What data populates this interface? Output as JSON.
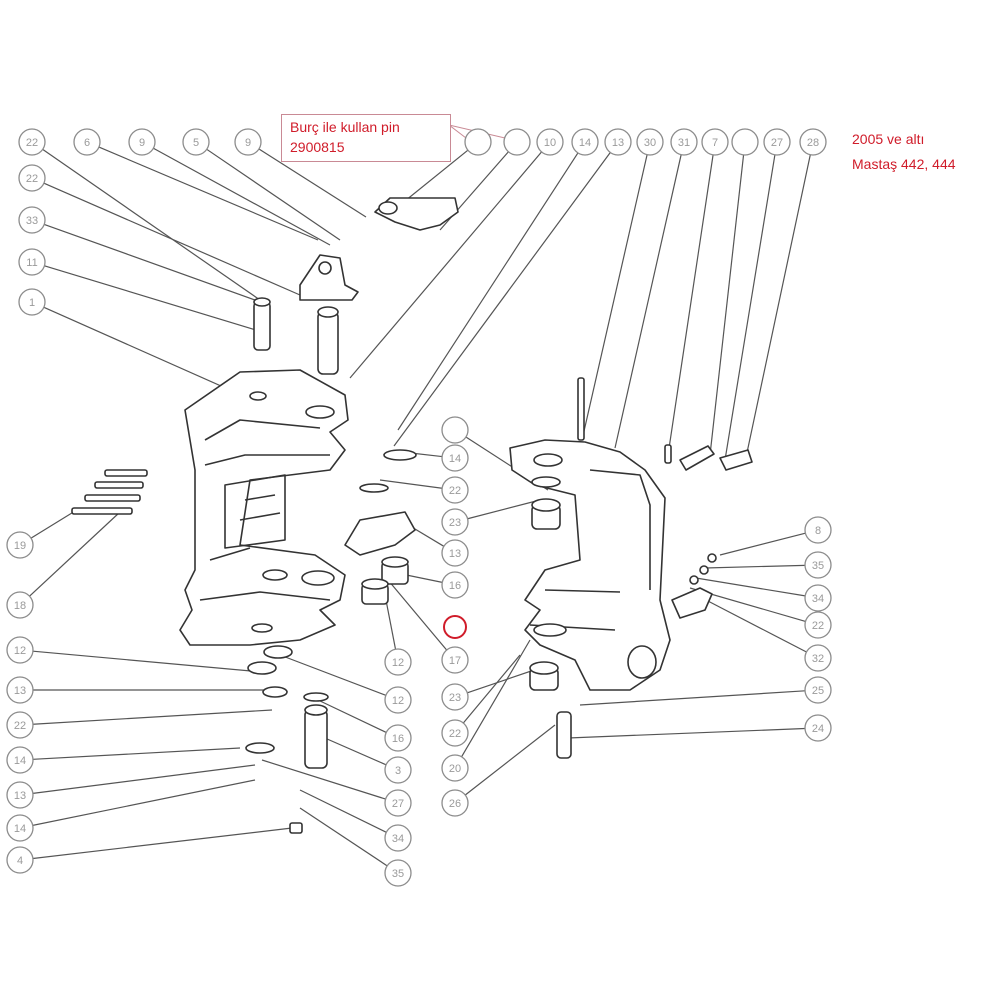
{
  "note": {
    "line1": "Burç ile kullan pin",
    "line2": "2900815"
  },
  "side_note": {
    "line1": "2005 ve altı",
    "line2": "Mastaş 442, 444"
  },
  "callouts": [
    {
      "id": "c-22-a",
      "label": "22"
    },
    {
      "id": "c-6",
      "label": "6"
    },
    {
      "id": "c-9-a",
      "label": "9"
    },
    {
      "id": "c-5",
      "label": "5"
    },
    {
      "id": "c-9-b",
      "label": "9"
    },
    {
      "id": "c-blank-a",
      "label": ""
    },
    {
      "id": "c-blank-b",
      "label": ""
    },
    {
      "id": "c-10",
      "label": "10"
    },
    {
      "id": "c-14-top",
      "label": "14"
    },
    {
      "id": "c-13-top",
      "label": "13"
    },
    {
      "id": "c-30",
      "label": "30"
    },
    {
      "id": "c-31",
      "label": "31"
    },
    {
      "id": "c-7",
      "label": "7"
    },
    {
      "id": "c-blank-c",
      "label": ""
    },
    {
      "id": "c-27-top",
      "label": "27"
    },
    {
      "id": "c-28",
      "label": "28"
    },
    {
      "id": "c-22-b",
      "label": "22"
    },
    {
      "id": "c-33",
      "label": "33"
    },
    {
      "id": "c-11",
      "label": "11"
    },
    {
      "id": "c-1",
      "label": "1"
    },
    {
      "id": "c-19",
      "label": "19"
    },
    {
      "id": "c-18",
      "label": "18"
    },
    {
      "id": "c-12-l",
      "label": "12"
    },
    {
      "id": "c-13-l1",
      "label": "13"
    },
    {
      "id": "c-22-l",
      "label": "22"
    },
    {
      "id": "c-14-l1",
      "label": "14"
    },
    {
      "id": "c-13-l2",
      "label": "13"
    },
    {
      "id": "c-14-l2",
      "label": "14"
    },
    {
      "id": "c-4-l",
      "label": "4"
    },
    {
      "id": "c-12-m",
      "label": "12"
    },
    {
      "id": "c-16-m",
      "label": "16"
    },
    {
      "id": "c-3",
      "label": "3"
    },
    {
      "id": "c-27-m",
      "label": "27"
    },
    {
      "id": "c-34-m",
      "label": "34"
    },
    {
      "id": "c-35-m",
      "label": "35"
    },
    {
      "id": "c-12-c",
      "label": "12"
    },
    {
      "id": "c-blank-d",
      "label": ""
    },
    {
      "id": "c-14-c",
      "label": "14"
    },
    {
      "id": "c-22-c",
      "label": "22"
    },
    {
      "id": "c-23-c",
      "label": "23"
    },
    {
      "id": "c-13-c",
      "label": "13"
    },
    {
      "id": "c-16-c",
      "label": "16"
    },
    {
      "id": "c-17",
      "label": "17"
    },
    {
      "id": "c-23-c2",
      "label": "23"
    },
    {
      "id": "c-22-c2",
      "label": "22"
    },
    {
      "id": "c-20",
      "label": "20"
    },
    {
      "id": "c-26",
      "label": "26"
    },
    {
      "id": "c-8",
      "label": "8"
    },
    {
      "id": "c-35-r",
      "label": "35"
    },
    {
      "id": "c-34-r",
      "label": "34"
    },
    {
      "id": "c-22-r",
      "label": "22"
    },
    {
      "id": "c-32",
      "label": "32"
    },
    {
      "id": "c-25",
      "label": "25"
    },
    {
      "id": "c-24",
      "label": "24"
    }
  ],
  "colors": {
    "line": "#4a4a4a",
    "callout_stroke": "#8c8c8c",
    "callout_text": "#9a9a9a",
    "highlight": "#d01c2a",
    "note_text": "#d01c2a"
  }
}
